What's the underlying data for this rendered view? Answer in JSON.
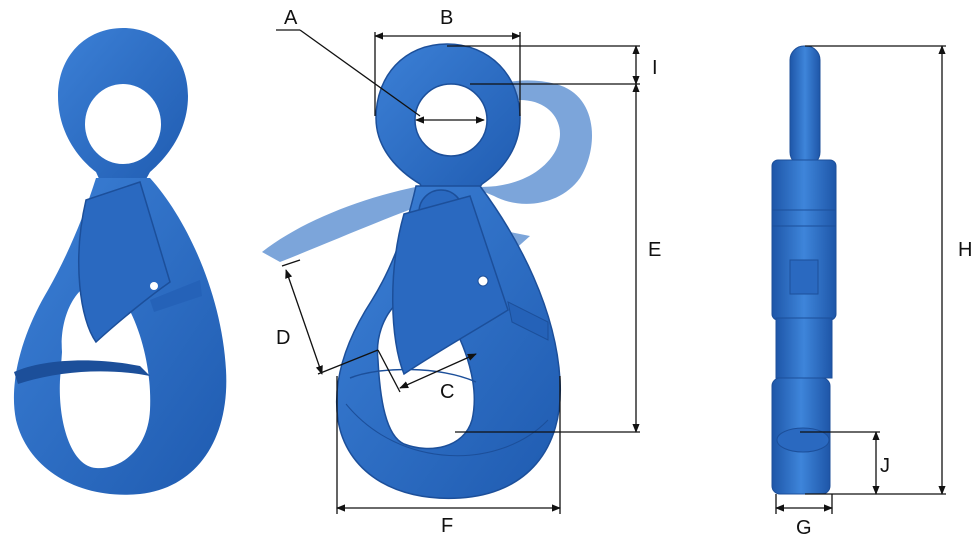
{
  "colors": {
    "hook_blue": "#2E6FC7",
    "hook_blue_dark": "#1C4F9A",
    "hook_blue_light": "#7FA9DE",
    "ghost_blue": "#6E9BD6",
    "dimension_line": "#111111"
  },
  "dimension_labels": {
    "a": "A",
    "b": "B",
    "c": "C",
    "d": "D",
    "e": "E",
    "f": "F",
    "g": "G",
    "h": "H",
    "i": "I",
    "j": "J"
  }
}
